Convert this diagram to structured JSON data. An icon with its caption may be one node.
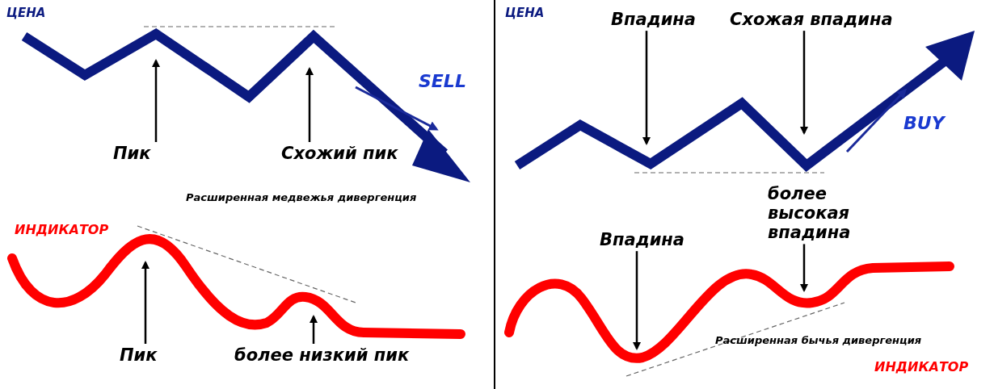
{
  "diagram": {
    "nodes": [
      {
        "text": [
          "Пик"
        ]
      },
      {
        "text": [
          "Схожий пик"
        ]
      },
      {
        "text": [
          "Пик"
        ]
      },
      {
        "text": [
          "более низкий пик"
        ]
      },
      {
        "text": [
          "Впадина"
        ]
      },
      {
        "text": [
          "Схожая впадина"
        ]
      },
      {
        "text": [
          "более высокая впадина"
        ]
      },
      {
        "text": [
          "Впадина"
        ]
      }
    ],
    "edges": [
      {
        "from": 0,
        "to": null,
        "arrow": "to"
      },
      {
        "from": 1,
        "to": null,
        "arrow": "to"
      },
      {
        "from": 2,
        "to": null,
        "arrow": "to"
      },
      {
        "from": 3,
        "to": null,
        "arrow": "to"
      },
      {
        "from": 4,
        "to": null,
        "arrow": "to"
      },
      {
        "from": 5,
        "to": null,
        "arrow": "to"
      },
      {
        "from": 6,
        "to": null,
        "arrow": "to"
      },
      {
        "from": 7,
        "to": null,
        "arrow": "to"
      }
    ],
    "labels": [
      "ЦЕНА",
      "SELL",
      "Расширенная медвежья дивергенция",
      "ИНДИКАТОР",
      "ЦЕНА",
      "BUY",
      "Расширенная бычья дивергенция",
      "ИНДИКАТОР"
    ]
  }
}
